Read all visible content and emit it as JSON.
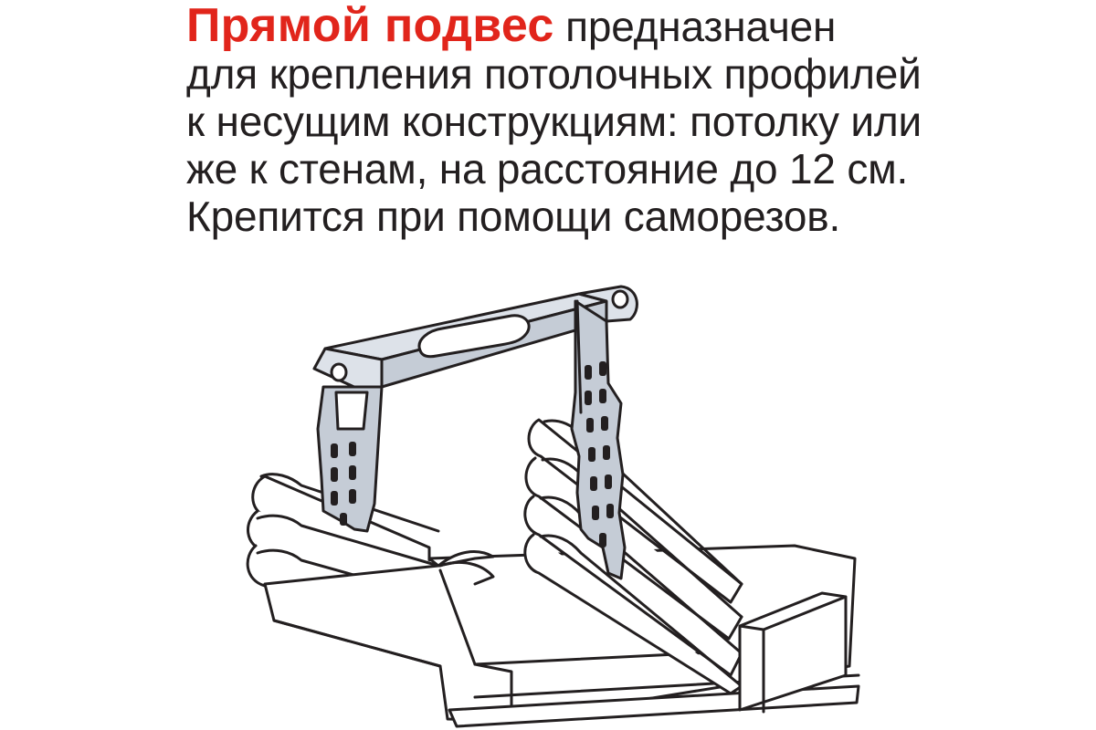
{
  "caption": {
    "headline": "Прямой подвес",
    "line1_rest": " предназначен",
    "line2": "для крепления потолочных профилей",
    "line3": "к несущим конструкциям: потолку или",
    "line4": "же к стенам, на расстояние до 12 см.",
    "line5": "Крепится при помощи саморезов."
  },
  "colors": {
    "headline": "#e1251b",
    "text": "#231f20",
    "metal": "#c5ccd6",
    "metal_light": "#dde2e9",
    "outline": "#231f20",
    "profile_fill": "#ffffff"
  },
  "diagram": {
    "description_icon": "direct-hanger-with-ceiling-profiles-icon"
  }
}
